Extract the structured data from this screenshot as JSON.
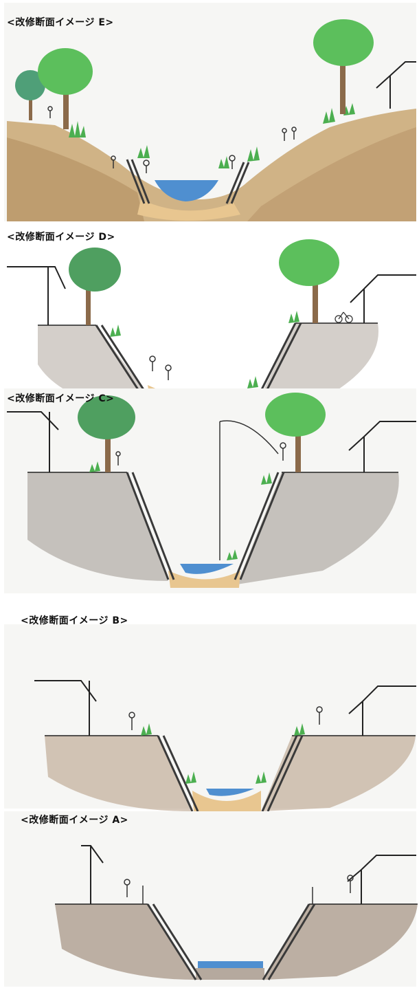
{
  "panels": [
    {
      "id": "E",
      "title": "<改修断面イメージ E>"
    },
    {
      "id": "D",
      "title": "<改修断面イメージ D>"
    },
    {
      "id": "C",
      "title": "<改修断面イメージ C>"
    },
    {
      "id": "B",
      "title": "<改修断面イメージ B>"
    },
    {
      "id": "A",
      "title": "<改修断面イメージ A>"
    }
  ],
  "colors": {
    "soil": "#c9a772",
    "soil_dark": "#6e6258",
    "water": "#4f8fd0",
    "grass": "#4caf50",
    "tree_canopy": "#5cbf5c",
    "trunk": "#8b6a4a",
    "revetment": "#3a3a3a",
    "riverbed": "#e8c690",
    "panel_bg": "#f6f6f4"
  }
}
